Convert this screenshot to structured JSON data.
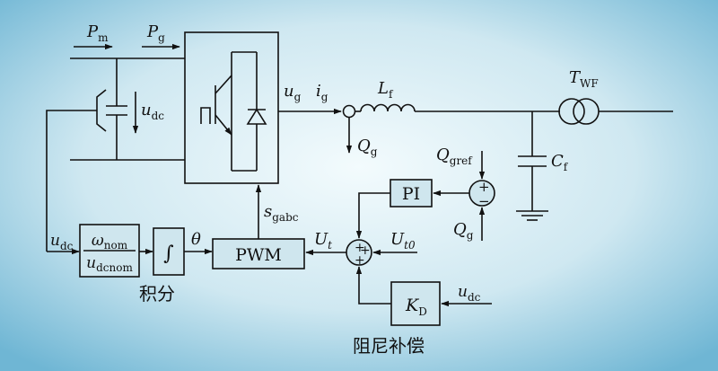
{
  "colors": {
    "bg_center": "#f3fbfd",
    "bg_edge": "#6fb6d4",
    "line": "#111111",
    "box_fill": "#cfe6ee"
  },
  "labels": {
    "pm": {
      "main": "P",
      "sub": "m"
    },
    "pg": {
      "main": "P",
      "sub": "g"
    },
    "udc_cap": {
      "main": "u",
      "sub": "dc"
    },
    "ug": {
      "main": "u",
      "sub": "g"
    },
    "ig": {
      "main": "i",
      "sub": "g"
    },
    "lf": {
      "main": "L",
      "sub": "f"
    },
    "twf": {
      "main": "T",
      "sub": "WF"
    },
    "qg_out": {
      "main": "Q",
      "sub": "g"
    },
    "qgref": {
      "main": "Q",
      "sub": "gref"
    },
    "cf": {
      "main": "C",
      "sub": "f"
    },
    "qg_fb": {
      "main": "Q",
      "sub": "g"
    },
    "sgabc": {
      "main": "s",
      "sub": "gabc"
    },
    "udc_in": {
      "main": "u",
      "sub": "dc"
    },
    "theta": "θ",
    "ut": {
      "main": "U",
      "sub": "t"
    },
    "ut0": {
      "main": "U",
      "sub": "t0"
    },
    "udc_kd": {
      "main": "u",
      "sub": "dc"
    }
  },
  "blocks": {
    "pi": "PI",
    "pwm": "PWM",
    "integrator": "∫",
    "ratio": {
      "num_main": "ω",
      "num_sub": "nom",
      "den_main": "u",
      "den_sub": "dcnom"
    },
    "kd": {
      "main": "K",
      "sub": "D"
    }
  },
  "captions": {
    "integral": "积分",
    "damping": "阻尼补偿"
  },
  "signs": {
    "sum_pi": [
      "+",
      "−"
    ],
    "sum_ut": [
      "+",
      "+",
      "+"
    ]
  }
}
